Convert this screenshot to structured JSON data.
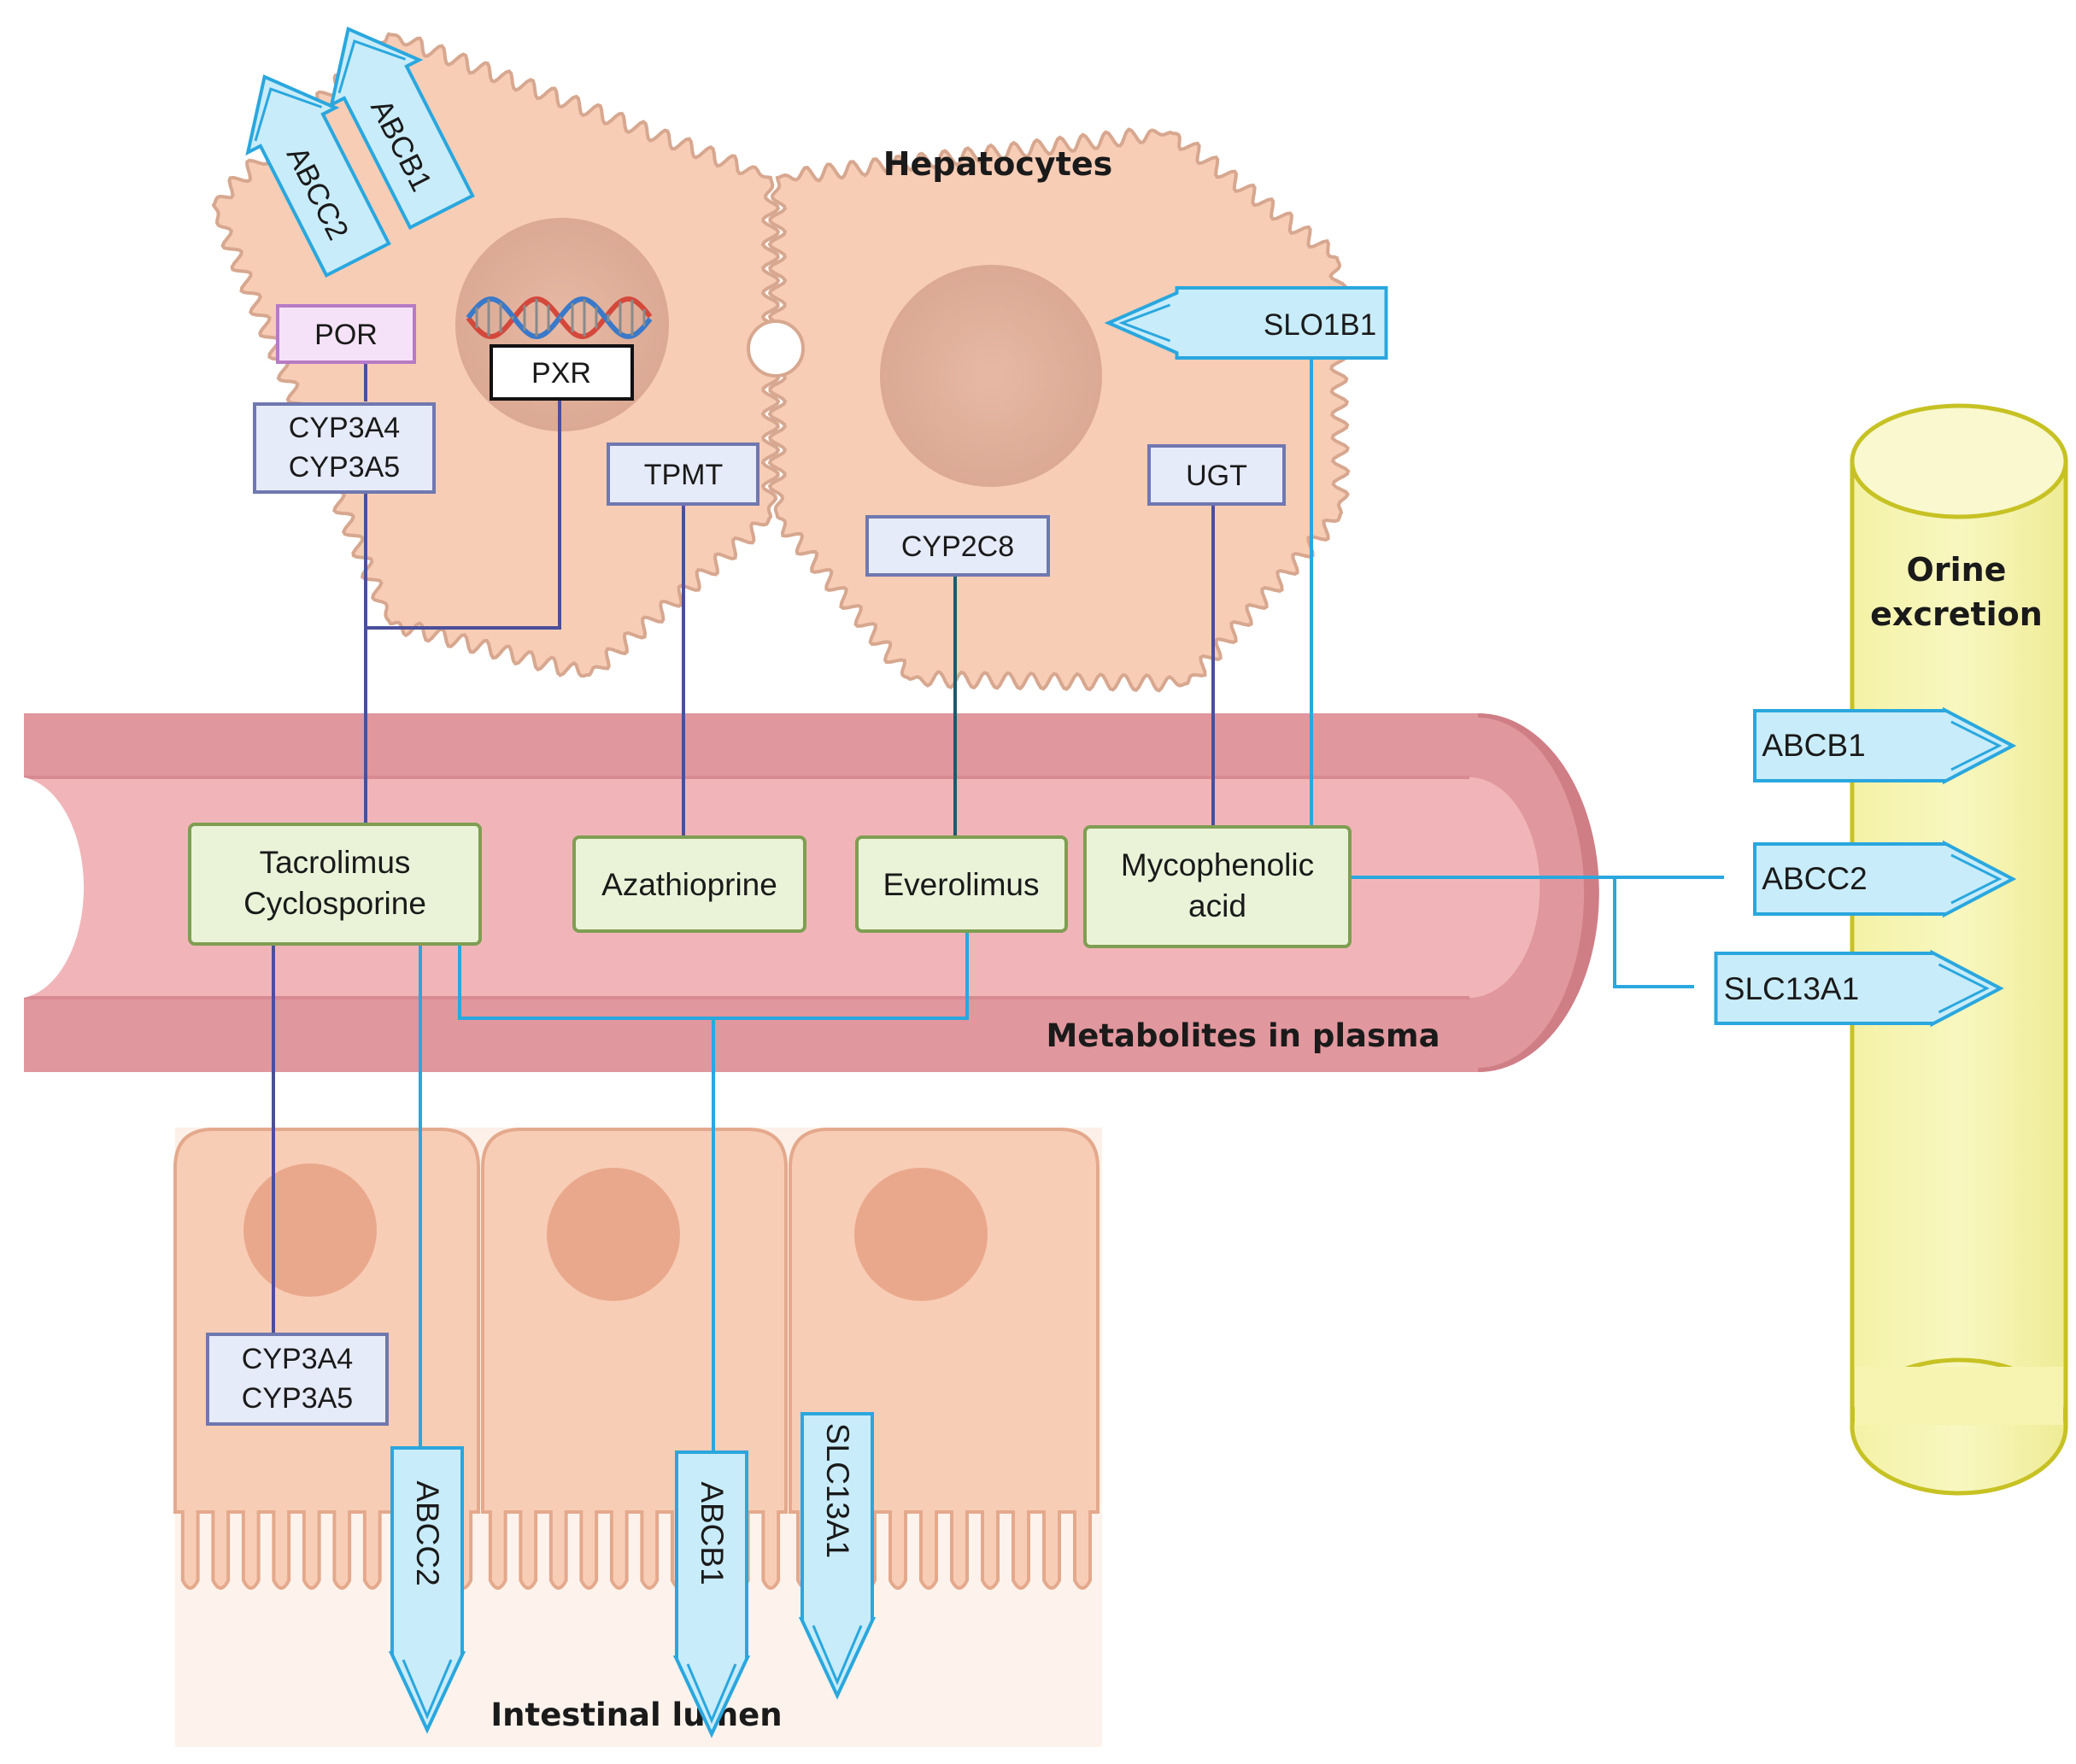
{
  "regions": {
    "hepatocytes": "Hepatocytes",
    "orine_line1": "Orine",
    "orine_line2": "excretion",
    "plasma": "Metabolites in plasma",
    "intestinal": "Intestinal lumen"
  },
  "liver": {
    "por": "POR",
    "pxr": "PXR",
    "cyp3a4": "CYP3A4",
    "cyp3a5": "CYP3A5",
    "tpmt": "TPMT",
    "cyp2c8": "CYP2C8",
    "ugt": "UGT",
    "slo1b1": "SLO1B1",
    "abcc2": "ABCC2",
    "abcb1": "ABCB1"
  },
  "drugs": {
    "tacrolimus": "Tacrolimus",
    "cyclosporine": "Cyclosporine",
    "azathioprine": "Azathioprine",
    "everolimus": "Everolimus",
    "mycophenolic_line1": "Mycophenolic",
    "mycophenolic_line2": "acid"
  },
  "renal": {
    "abcb1": "ABCB1",
    "abcc2": "ABCC2",
    "slc13a1": "SLC13A1"
  },
  "intestine": {
    "cyp3a4": "CYP3A4",
    "cyp3a5": "CYP3A5",
    "abcc2": "ABCC2",
    "abcb1": "ABCB1",
    "slc13a1": "SLC13A1"
  },
  "colors": {
    "cell_fill": "#f8cdb6",
    "cell_stroke": "#d7a78f",
    "nucleus": "#e8b49e",
    "vessel_outer": "#e0979d",
    "vessel_lumen": "#f1b5b9",
    "enzyme_fill": "#e6ebfa",
    "enzyme_stroke": "#6f78b0",
    "drug_fill": "#eaf3d8",
    "drug_stroke": "#7f9e52",
    "transporter_fill": "#c9ecfa",
    "transporter_stroke": "#2aa7de",
    "por_fill": "#f6e2f8",
    "por_stroke": "#b77bc4",
    "tube_fill": "#f6f5ad",
    "tube_stroke": "#c7c224",
    "dark_line": "#4a4f9a",
    "teal_line": "#1d5a6e"
  }
}
